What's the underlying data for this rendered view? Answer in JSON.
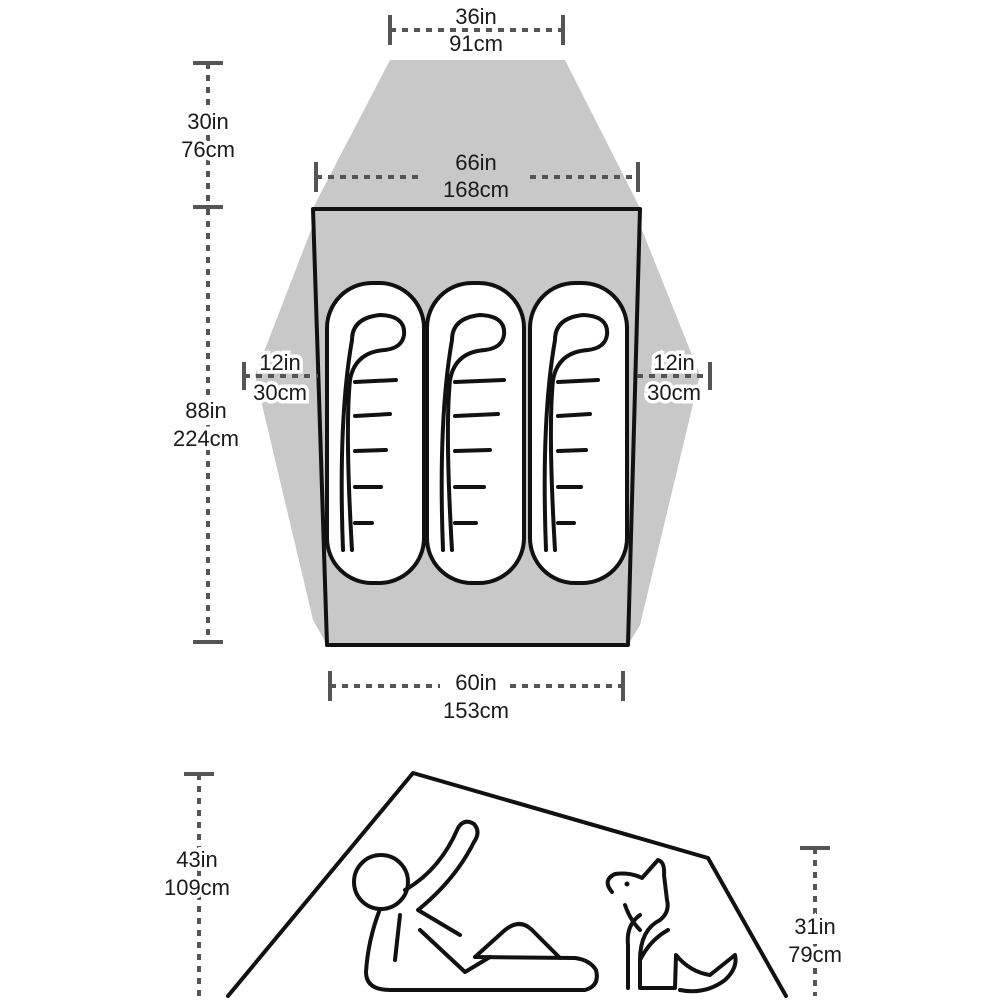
{
  "colors": {
    "vestibule_fill": "#c8c8c8",
    "floor_fill": "#f4f4f4",
    "outline": "#111111",
    "dimension_line": "#555555"
  },
  "top_view": {
    "peak_width": {
      "in": "36in",
      "cm": "91cm"
    },
    "vestibule_depth": {
      "in": "30in",
      "cm": "76cm"
    },
    "head_width": {
      "in": "66in",
      "cm": "168cm"
    },
    "floor_length": {
      "in": "88in",
      "cm": "224cm"
    },
    "left_side_vestibule": {
      "in": "12in",
      "cm": "30cm"
    },
    "right_side_vestibule": {
      "in": "12in",
      "cm": "30cm"
    },
    "foot_width": {
      "in": "60in",
      "cm": "153cm"
    },
    "sleeping_bags": 3
  },
  "side_view": {
    "peak_height": {
      "in": "43in",
      "cm": "109cm"
    },
    "foot_height": {
      "in": "31in",
      "cm": "79cm"
    }
  }
}
